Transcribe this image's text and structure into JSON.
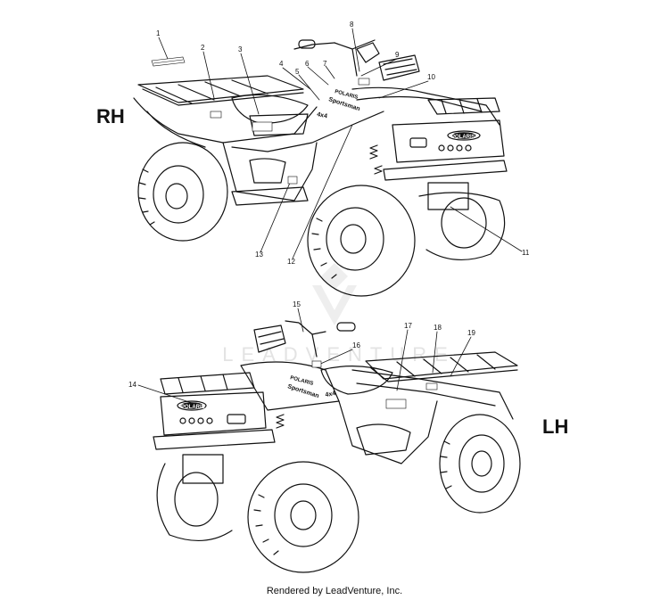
{
  "views": {
    "right": {
      "label": "RH"
    },
    "left": {
      "label": "LH"
    }
  },
  "callouts": [
    "1",
    "2",
    "3",
    "4",
    "5",
    "6",
    "7",
    "8",
    "9",
    "10",
    "11",
    "12",
    "13",
    "14",
    "15",
    "16",
    "17",
    "18",
    "19"
  ],
  "decal_text": {
    "brand": "POLARIS",
    "model": "Sportsman",
    "drive": "4x4"
  },
  "watermark": "LEADVENTURE",
  "credit": "Rendered by LeadVenture, Inc."
}
